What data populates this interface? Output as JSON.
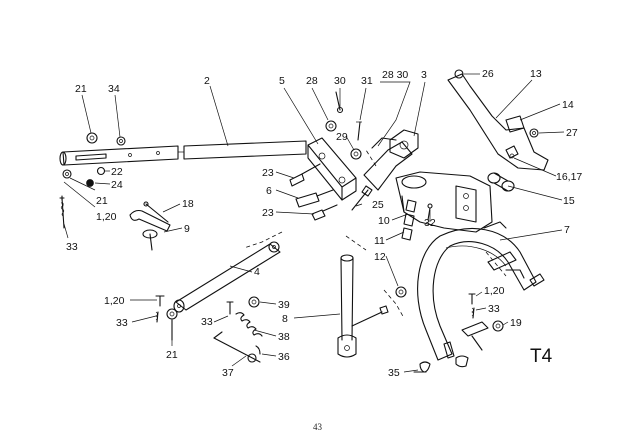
{
  "figure": {
    "label": "T4",
    "page_number": "43"
  },
  "callouts": [
    {
      "id": "c2",
      "text": "2"
    },
    {
      "id": "c21a",
      "text": "21"
    },
    {
      "id": "c34",
      "text": "34"
    },
    {
      "id": "c22",
      "text": "22"
    },
    {
      "id": "c24",
      "text": "24"
    },
    {
      "id": "c21b",
      "text": "21"
    },
    {
      "id": "c120a",
      "text": "1,20"
    },
    {
      "id": "c33a",
      "text": "33"
    },
    {
      "id": "c18",
      "text": "18"
    },
    {
      "id": "c9",
      "text": "9"
    },
    {
      "id": "c5",
      "text": "5"
    },
    {
      "id": "c28a",
      "text": "28"
    },
    {
      "id": "c30a",
      "text": "30"
    },
    {
      "id": "c31",
      "text": "31"
    },
    {
      "id": "c2830",
      "text": "28 30"
    },
    {
      "id": "c3",
      "text": "3"
    },
    {
      "id": "c26",
      "text": "26"
    },
    {
      "id": "c13",
      "text": "13"
    },
    {
      "id": "c14",
      "text": "14"
    },
    {
      "id": "c27",
      "text": "27"
    },
    {
      "id": "c1617",
      "text": "16,17"
    },
    {
      "id": "c15",
      "text": "15"
    },
    {
      "id": "c29",
      "text": "29"
    },
    {
      "id": "c23a",
      "text": "23"
    },
    {
      "id": "c6",
      "text": "6"
    },
    {
      "id": "c23b",
      "text": "23"
    },
    {
      "id": "c25",
      "text": "25"
    },
    {
      "id": "c10",
      "text": "10"
    },
    {
      "id": "c32",
      "text": "32"
    },
    {
      "id": "c11",
      "text": "11"
    },
    {
      "id": "c12",
      "text": "12"
    },
    {
      "id": "c7",
      "text": "7"
    },
    {
      "id": "c4",
      "text": "4"
    },
    {
      "id": "c120b",
      "text": "1,20"
    },
    {
      "id": "c33b",
      "text": "33"
    },
    {
      "id": "c39",
      "text": "39"
    },
    {
      "id": "c33c",
      "text": "33"
    },
    {
      "id": "c38",
      "text": "38"
    },
    {
      "id": "c8",
      "text": "8"
    },
    {
      "id": "c21c",
      "text": "21"
    },
    {
      "id": "c36",
      "text": "36"
    },
    {
      "id": "c37",
      "text": "37"
    },
    {
      "id": "c120c",
      "text": "1,20"
    },
    {
      "id": "c33d",
      "text": "33"
    },
    {
      "id": "c19",
      "text": "19"
    },
    {
      "id": "c35",
      "text": "35"
    }
  ]
}
